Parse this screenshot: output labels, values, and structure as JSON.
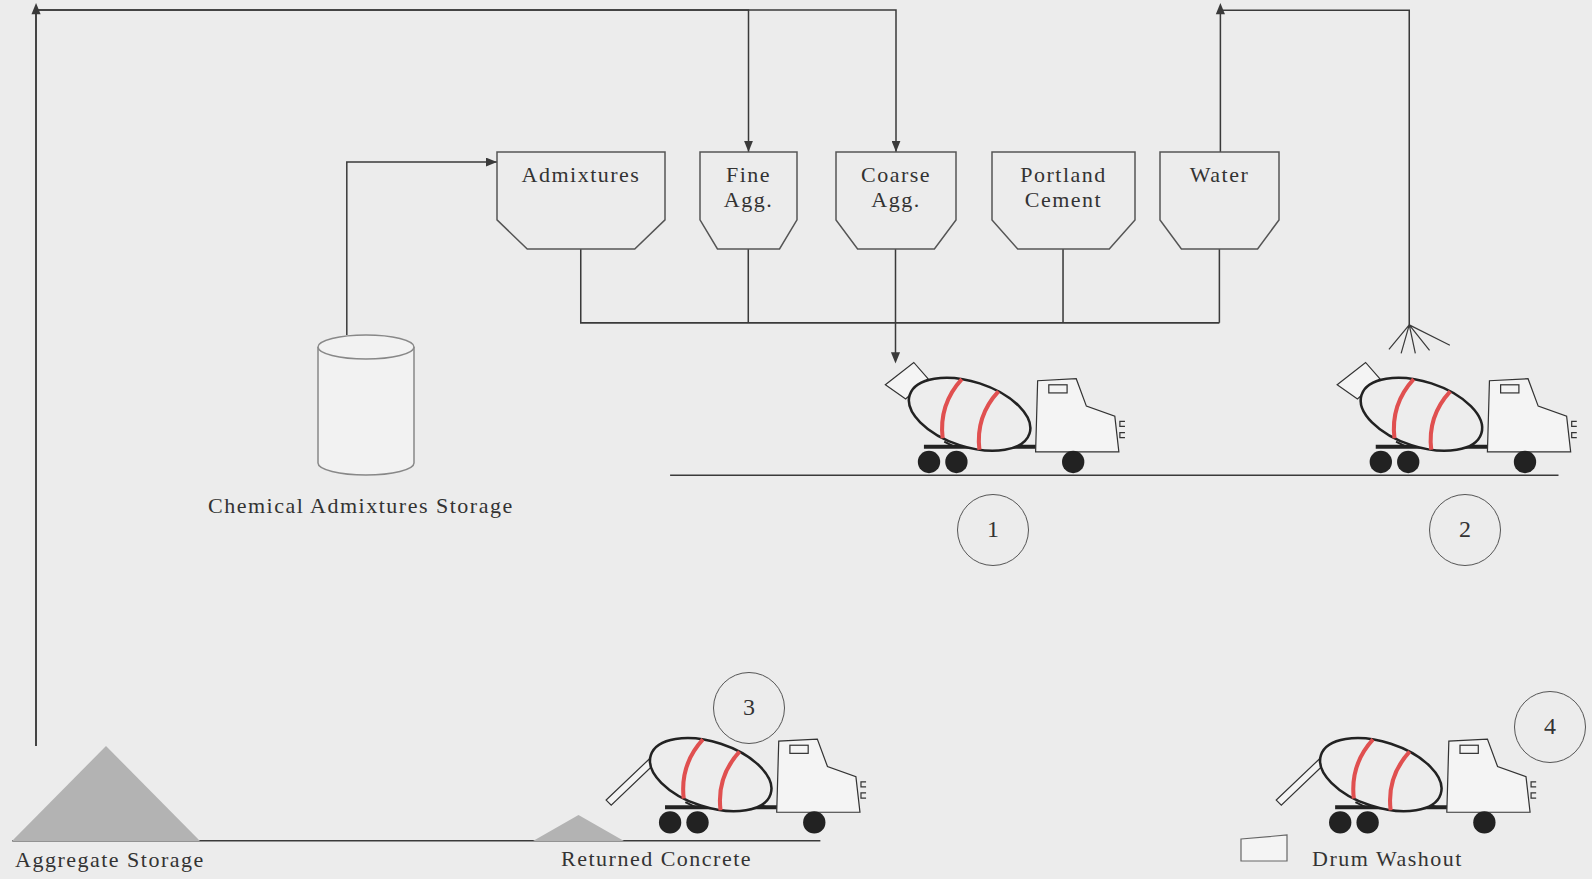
{
  "diagram": {
    "nodes": [
      {
        "text": [
          "Admixtures"
        ]
      },
      {
        "text": [
          "Fine Agg."
        ]
      },
      {
        "text": [
          "Coarse Agg."
        ]
      },
      {
        "text": [
          "Portland Cement"
        ]
      },
      {
        "text": [
          "Water"
        ]
      },
      {
        "text": [
          "Chemical Admixtures Storage"
        ]
      },
      {
        "text": [
          "1"
        ]
      },
      {
        "text": [
          "2"
        ]
      },
      {
        "text": [
          "3"
        ]
      },
      {
        "text": [
          "Aggregate Storage"
        ]
      },
      {
        "text": [
          "Returned Concrete"
        ]
      },
      {
        "text": [
          "4"
        ]
      },
      {
        "text": [
          "Drum Washout"
        ]
      }
    ],
    "edges": [
      {
        "from": 5,
        "to": 0,
        "arrow": "to"
      },
      {
        "from": 9,
        "to": 1,
        "arrow": "to"
      },
      {
        "from": 9,
        "to": 2,
        "arrow": "to"
      }
    ]
  }
}
